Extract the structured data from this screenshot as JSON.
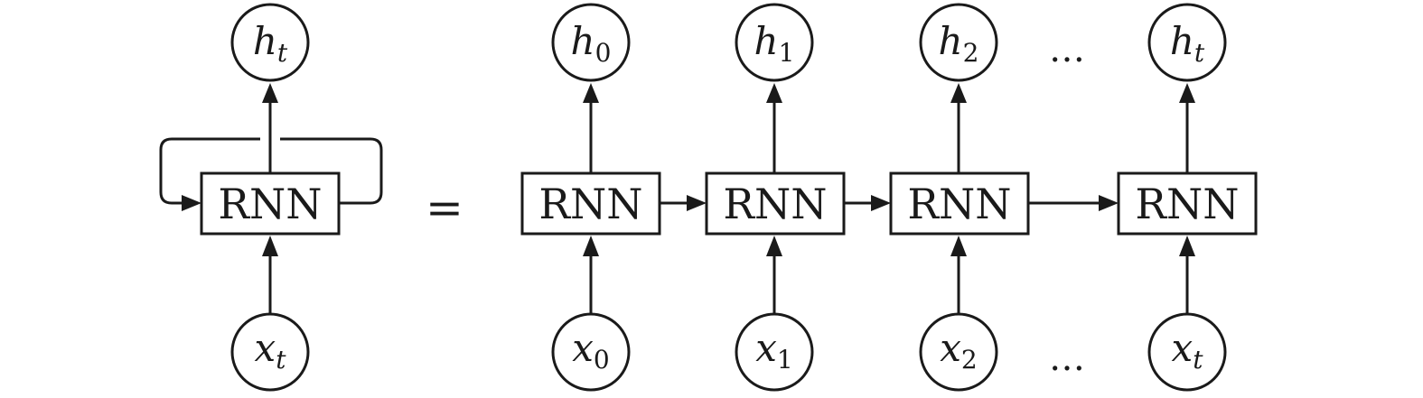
{
  "diagram": {
    "rolled": {
      "cell_label": "RNN",
      "input": {
        "var": "x",
        "sub": "t"
      },
      "output": {
        "var": "h",
        "sub": "t"
      }
    },
    "equals_sign": "=",
    "unrolled": {
      "cell_label": "RNN",
      "steps": [
        {
          "input": {
            "var": "x",
            "sub": "0"
          },
          "output": {
            "var": "h",
            "sub": "0"
          }
        },
        {
          "input": {
            "var": "x",
            "sub": "1"
          },
          "output": {
            "var": "h",
            "sub": "1"
          }
        },
        {
          "input": {
            "var": "x",
            "sub": "2"
          },
          "output": {
            "var": "h",
            "sub": "2"
          }
        },
        {
          "input": {
            "var": "x",
            "sub": "t"
          },
          "output": {
            "var": "h",
            "sub": "t"
          }
        }
      ],
      "ellipsis": "…"
    },
    "colors": {
      "ink": "#1a1a1a",
      "background": "#ffffff"
    }
  }
}
